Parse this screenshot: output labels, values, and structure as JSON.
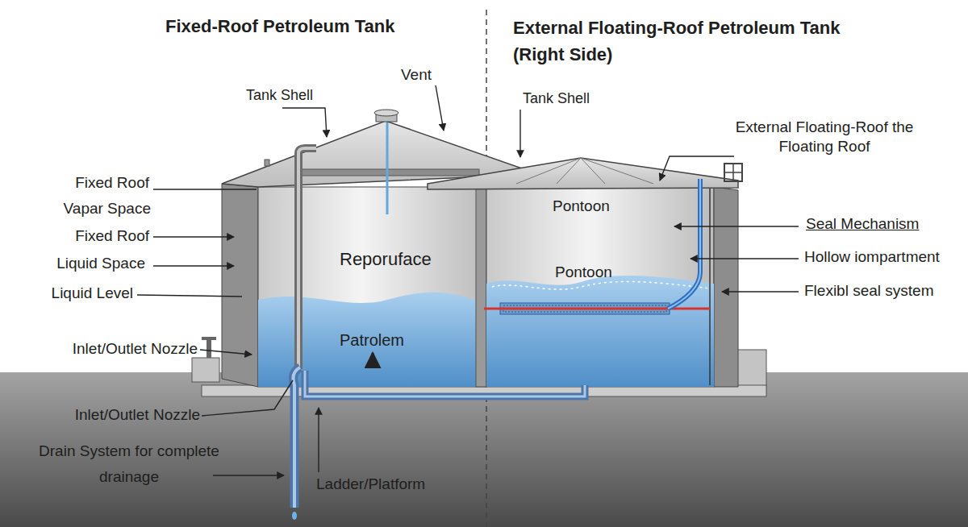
{
  "diagram": {
    "title": "Fixed-Roof Petroleum Tank",
    "labels": [
      "External Floating-Roof Petroleum Tank (Right Side)",
      "Vent",
      "Tank Shell",
      "Tank Shell",
      "External Floating-Roof the Floating Roof",
      "Fixed Roof",
      "Vapar Space",
      "Fixed Roof",
      "Pontoon",
      "Seal Mechanism",
      "Liquid Space",
      "Reporuface",
      "Hollow iompartment",
      "Pontoon",
      "Liquid Level",
      "Flexibl seal system",
      "Patrolem",
      "Inlet/Outlet Nozzle",
      "Inlet/Outlet Nozzle",
      "Drain System for complete drainage",
      "Ladder/Platform"
    ]
  }
}
